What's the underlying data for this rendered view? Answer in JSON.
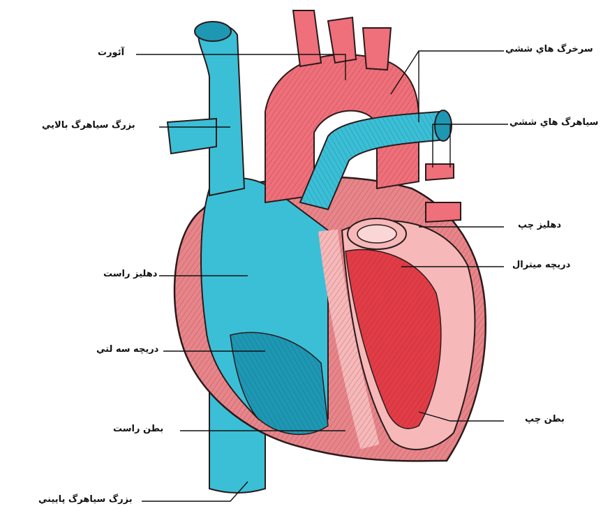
{
  "diagram": {
    "labels": {
      "aorta": "آئورت",
      "superior_vena_cava": "بزرگ سياهرگ بالايي",
      "right_atrium": "دهليز راست",
      "tricuspid_valve": "دريچه سه لتي",
      "right_ventricle": "بطن راست",
      "inferior_vena_cava": "بزرگ سياهرگ پاييني",
      "pulmonary_arteries": "سرخرگ هاي ششي",
      "pulmonary_veins": "سياهرگ هاي ششي",
      "left_atrium": "دهليز چپ",
      "mitral_valve": "دريچه ميترال",
      "left_ventricle": "بطن چپ"
    },
    "colors": {
      "blue_vessel": "#3bbfd6",
      "blue_dark": "#1e97b3",
      "red_vessel": "#ef6f7a",
      "heart_muscle": "#e8858a",
      "heart_inner": "#f6b8b9",
      "left_ventricle": "#e23c46",
      "outline": "#2a1a1a"
    }
  }
}
